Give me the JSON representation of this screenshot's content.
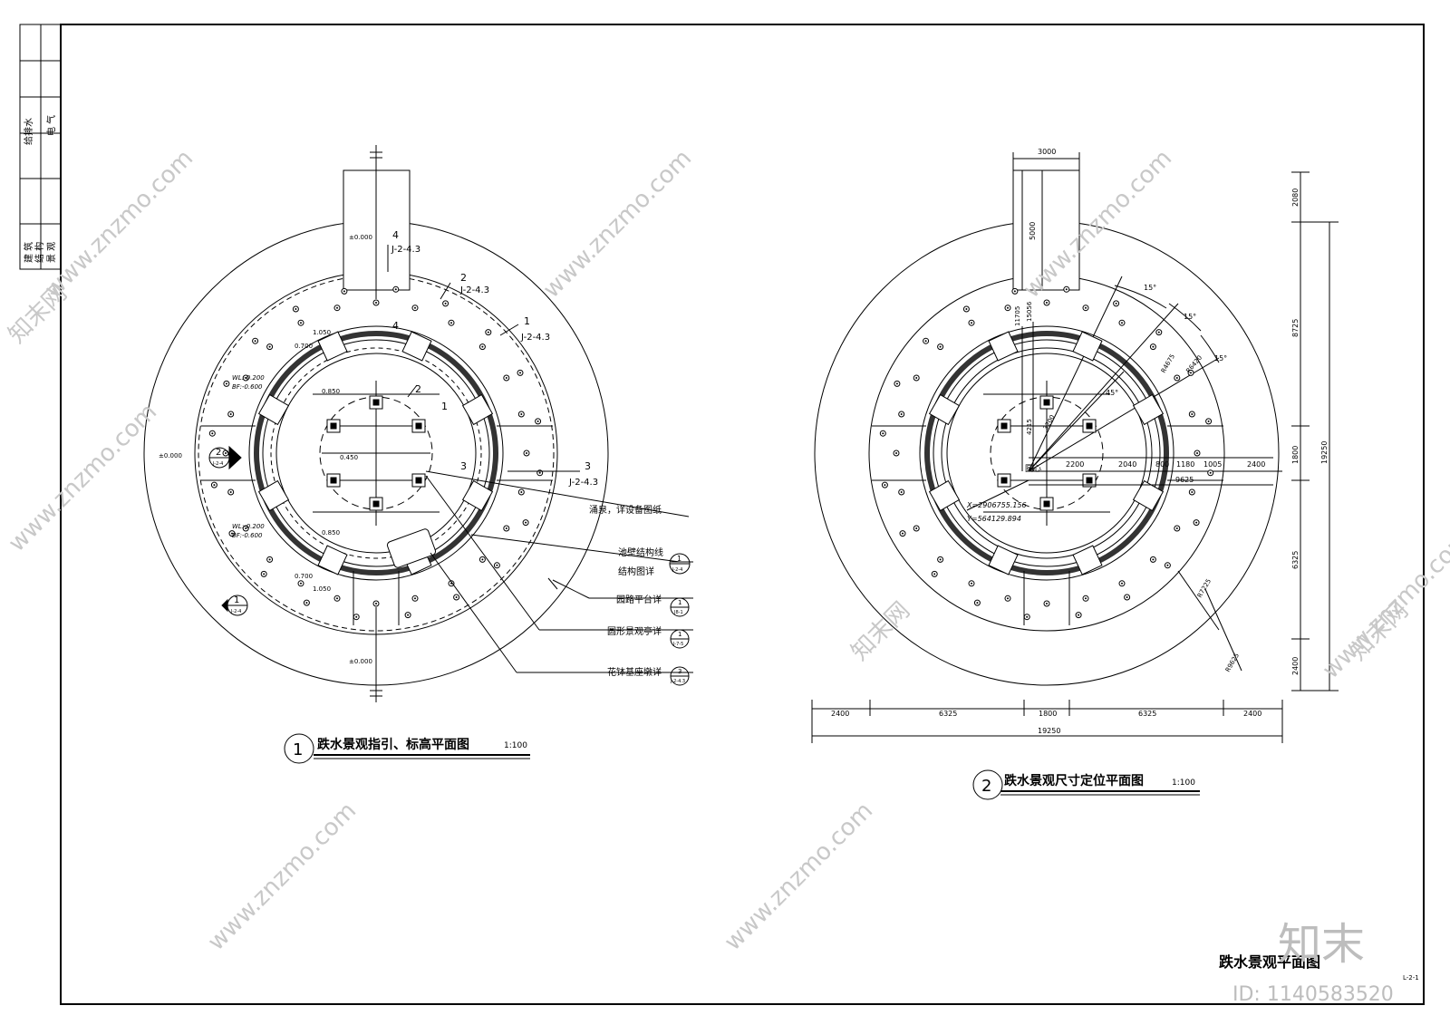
{
  "title_block": {
    "left_labels": [
      "给排水",
      "电  气",
      "建  筑",
      "结  构",
      "景  观"
    ],
    "sheet_title": "跌水景观平面图",
    "sheet_no": "L-2-1"
  },
  "plan1": {
    "title": "跌水景观指引、标高平面图",
    "scale": "1:100",
    "number": "1",
    "section_marks": [
      {
        "num": "4",
        "ref": "J-2-4.3"
      },
      {
        "num": "4",
        "ref": ""
      },
      {
        "num": "2",
        "ref": "J-2-4.3"
      },
      {
        "num": "1",
        "ref": "J-2-4.3"
      },
      {
        "num": "3",
        "ref": "J-2-4.3"
      },
      {
        "num": "2",
        "ref": ""
      },
      {
        "num": "1",
        "ref": ""
      },
      {
        "num": "3",
        "ref": ""
      }
    ],
    "levels": [
      "±0.000",
      "±0.000",
      "±0.000",
      "1.050",
      "0.700",
      "WL:-0.200",
      "BF:-0.600",
      "0.850",
      "0.450",
      "0.850",
      "WL:-0.200",
      "BF:-0.600",
      "0.700",
      "1.050"
    ],
    "callouts": [
      {
        "text": "涌泉，详设备图纸",
        "sym_top": "",
        "sym_bottom": ""
      },
      {
        "text": "池壁结构线",
        "sym_top": "1",
        "sym_bottom": "J-2-4"
      },
      {
        "text": "结构图详",
        "sym_top": "",
        "sym_bottom": ""
      },
      {
        "text": "园路平台详",
        "sym_top": "1",
        "sym_bottom": "J8-1"
      },
      {
        "text": "圆形景观亭详",
        "sym_top": "1",
        "sym_bottom": "J-7-5"
      },
      {
        "text": "花钵基座墩详",
        "sym_top": "3",
        "sym_bottom": "J-2-4.3"
      }
    ],
    "detail_marks": [
      {
        "top": "2",
        "bottom": "J-2-4"
      },
      {
        "top": "1",
        "bottom": "J-2-4"
      }
    ]
  },
  "plan2": {
    "title": "跌水景观尺寸定位平面图",
    "scale": "1:100",
    "number": "2",
    "top_dim": "3000",
    "vertical_inner": [
      "5000",
      "11705",
      "15056",
      "4215",
      "3200"
    ],
    "angles": [
      "15°",
      "15°",
      "15°",
      "45°"
    ],
    "radii": [
      "R4675",
      "R6420",
      "R7225",
      "R9625"
    ],
    "horizontal_inner": [
      "2200",
      "2040",
      "800",
      "1180",
      "1005",
      "2400"
    ],
    "dim_9625": "9625",
    "center_label": "圆心",
    "coords": [
      "X=2906755.156",
      "Y=564129.894"
    ],
    "right_dims": [
      "2080",
      "8725",
      "1800",
      "6325",
      "2400"
    ],
    "right_total": "19250",
    "bottom_dims": [
      "2400",
      "6325",
      "1800",
      "6325",
      "2400"
    ],
    "bottom_total": "19250"
  },
  "watermark": {
    "brand": "知末",
    "id": "ID: 1140583520",
    "url": "www.znzmo.com",
    "site_cn": "知末网"
  }
}
